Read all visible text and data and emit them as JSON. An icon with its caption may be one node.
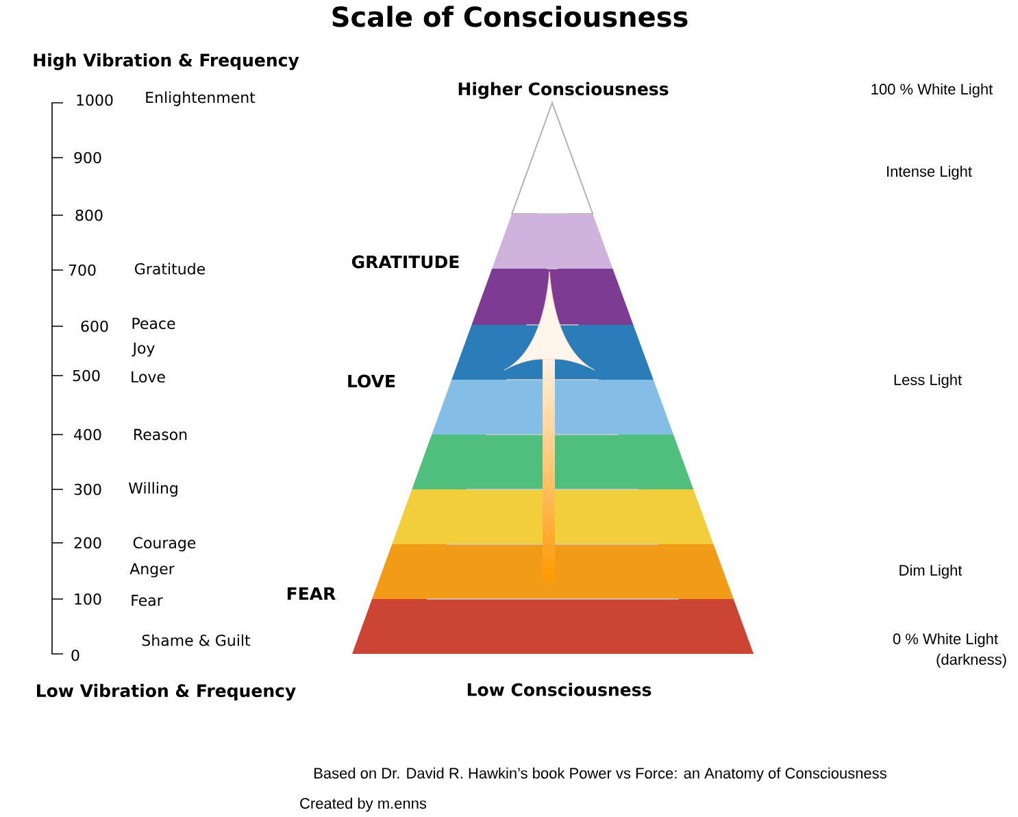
{
  "diagram": {
    "title": "Scale of Consciousness",
    "caption": "Based on Dr. David R. Hawkin’s book Power vs Force: an Anatomy of Consciousness",
    "labels": [
      "High Vibration & Frequency",
      "Higher Consciousness",
      "100 % White Light",
      "1000",
      "Enlightenment",
      "900",
      "Intense Light",
      "800",
      "GRATITUDE",
      "700",
      "Gratitude",
      "600",
      "Peace",
      "Joy",
      "500",
      "Love",
      "LOVE",
      "Less Light",
      "400",
      "Reason",
      "300",
      "Willing",
      "200",
      "Courage",
      "Anger",
      "FEAR",
      "Dim Light",
      "100",
      "Fear",
      "Shame & Guilt",
      "0 % White Light",
      "0",
      "(darkness)",
      "Low Vibration & Frequency",
      "Low Consciousness",
      "Created by m.enns"
    ]
  }
}
